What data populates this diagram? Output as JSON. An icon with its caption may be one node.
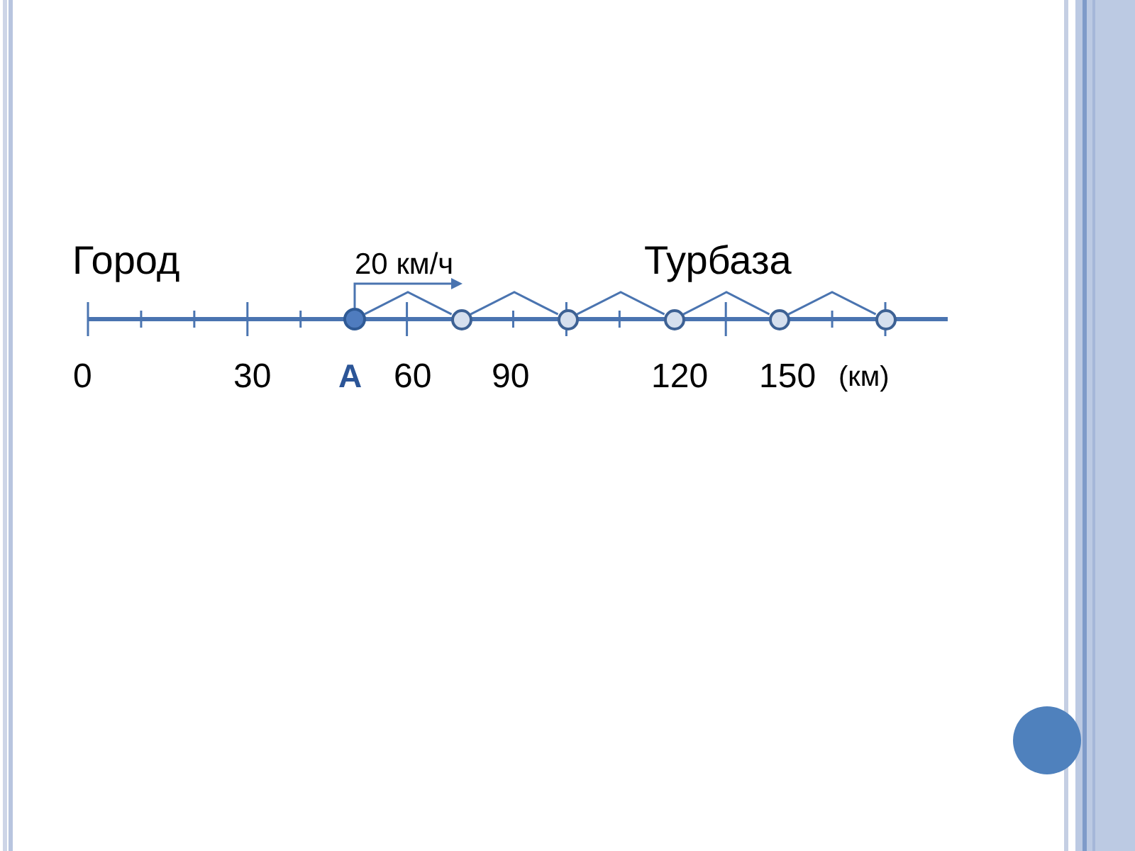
{
  "diagram": {
    "nodes": [
      {
        "text": [],
        "shape": "circle",
        "beside": [
          "А"
        ]
      },
      {
        "text": [],
        "shape": "circle"
      },
      {
        "text": [],
        "shape": "circle"
      },
      {
        "text": [],
        "shape": "circle"
      },
      {
        "text": [],
        "shape": "circle"
      },
      {
        "text": [],
        "shape": "circle"
      }
    ],
    "edges": [
      {
        "from": 0,
        "to": 1,
        "arrow": "none"
      },
      {
        "from": 1,
        "to": 2,
        "arrow": "none"
      },
      {
        "from": 2,
        "to": 3,
        "arrow": "none"
      },
      {
        "from": 3,
        "to": 4,
        "arrow": "none"
      },
      {
        "from": 4,
        "to": 5,
        "arrow": "none"
      }
    ],
    "labels": [
      "Город",
      "20 км/ч",
      "Турбаза",
      "0",
      "30",
      "60",
      "90",
      "120",
      "150",
      "(км)"
    ]
  }
}
